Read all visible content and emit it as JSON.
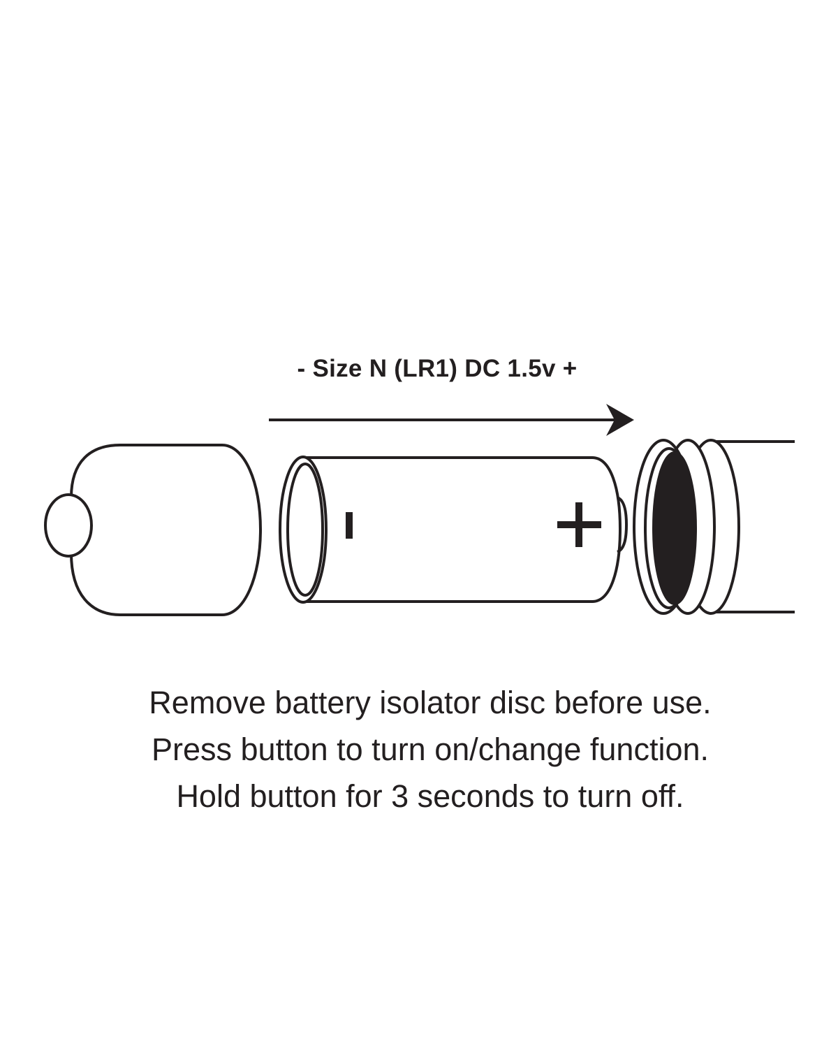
{
  "battery_label": "- Size N (LR1) DC 1.5v +",
  "battery_signs": {
    "negative": "-",
    "positive": "+"
  },
  "instructions": [
    "Remove battery isolator disc before use.",
    "Press button to turn on/change function.",
    "Hold button for 3 seconds to turn off."
  ],
  "colors": {
    "ink": "#231f20",
    "background": "#ffffff"
  }
}
